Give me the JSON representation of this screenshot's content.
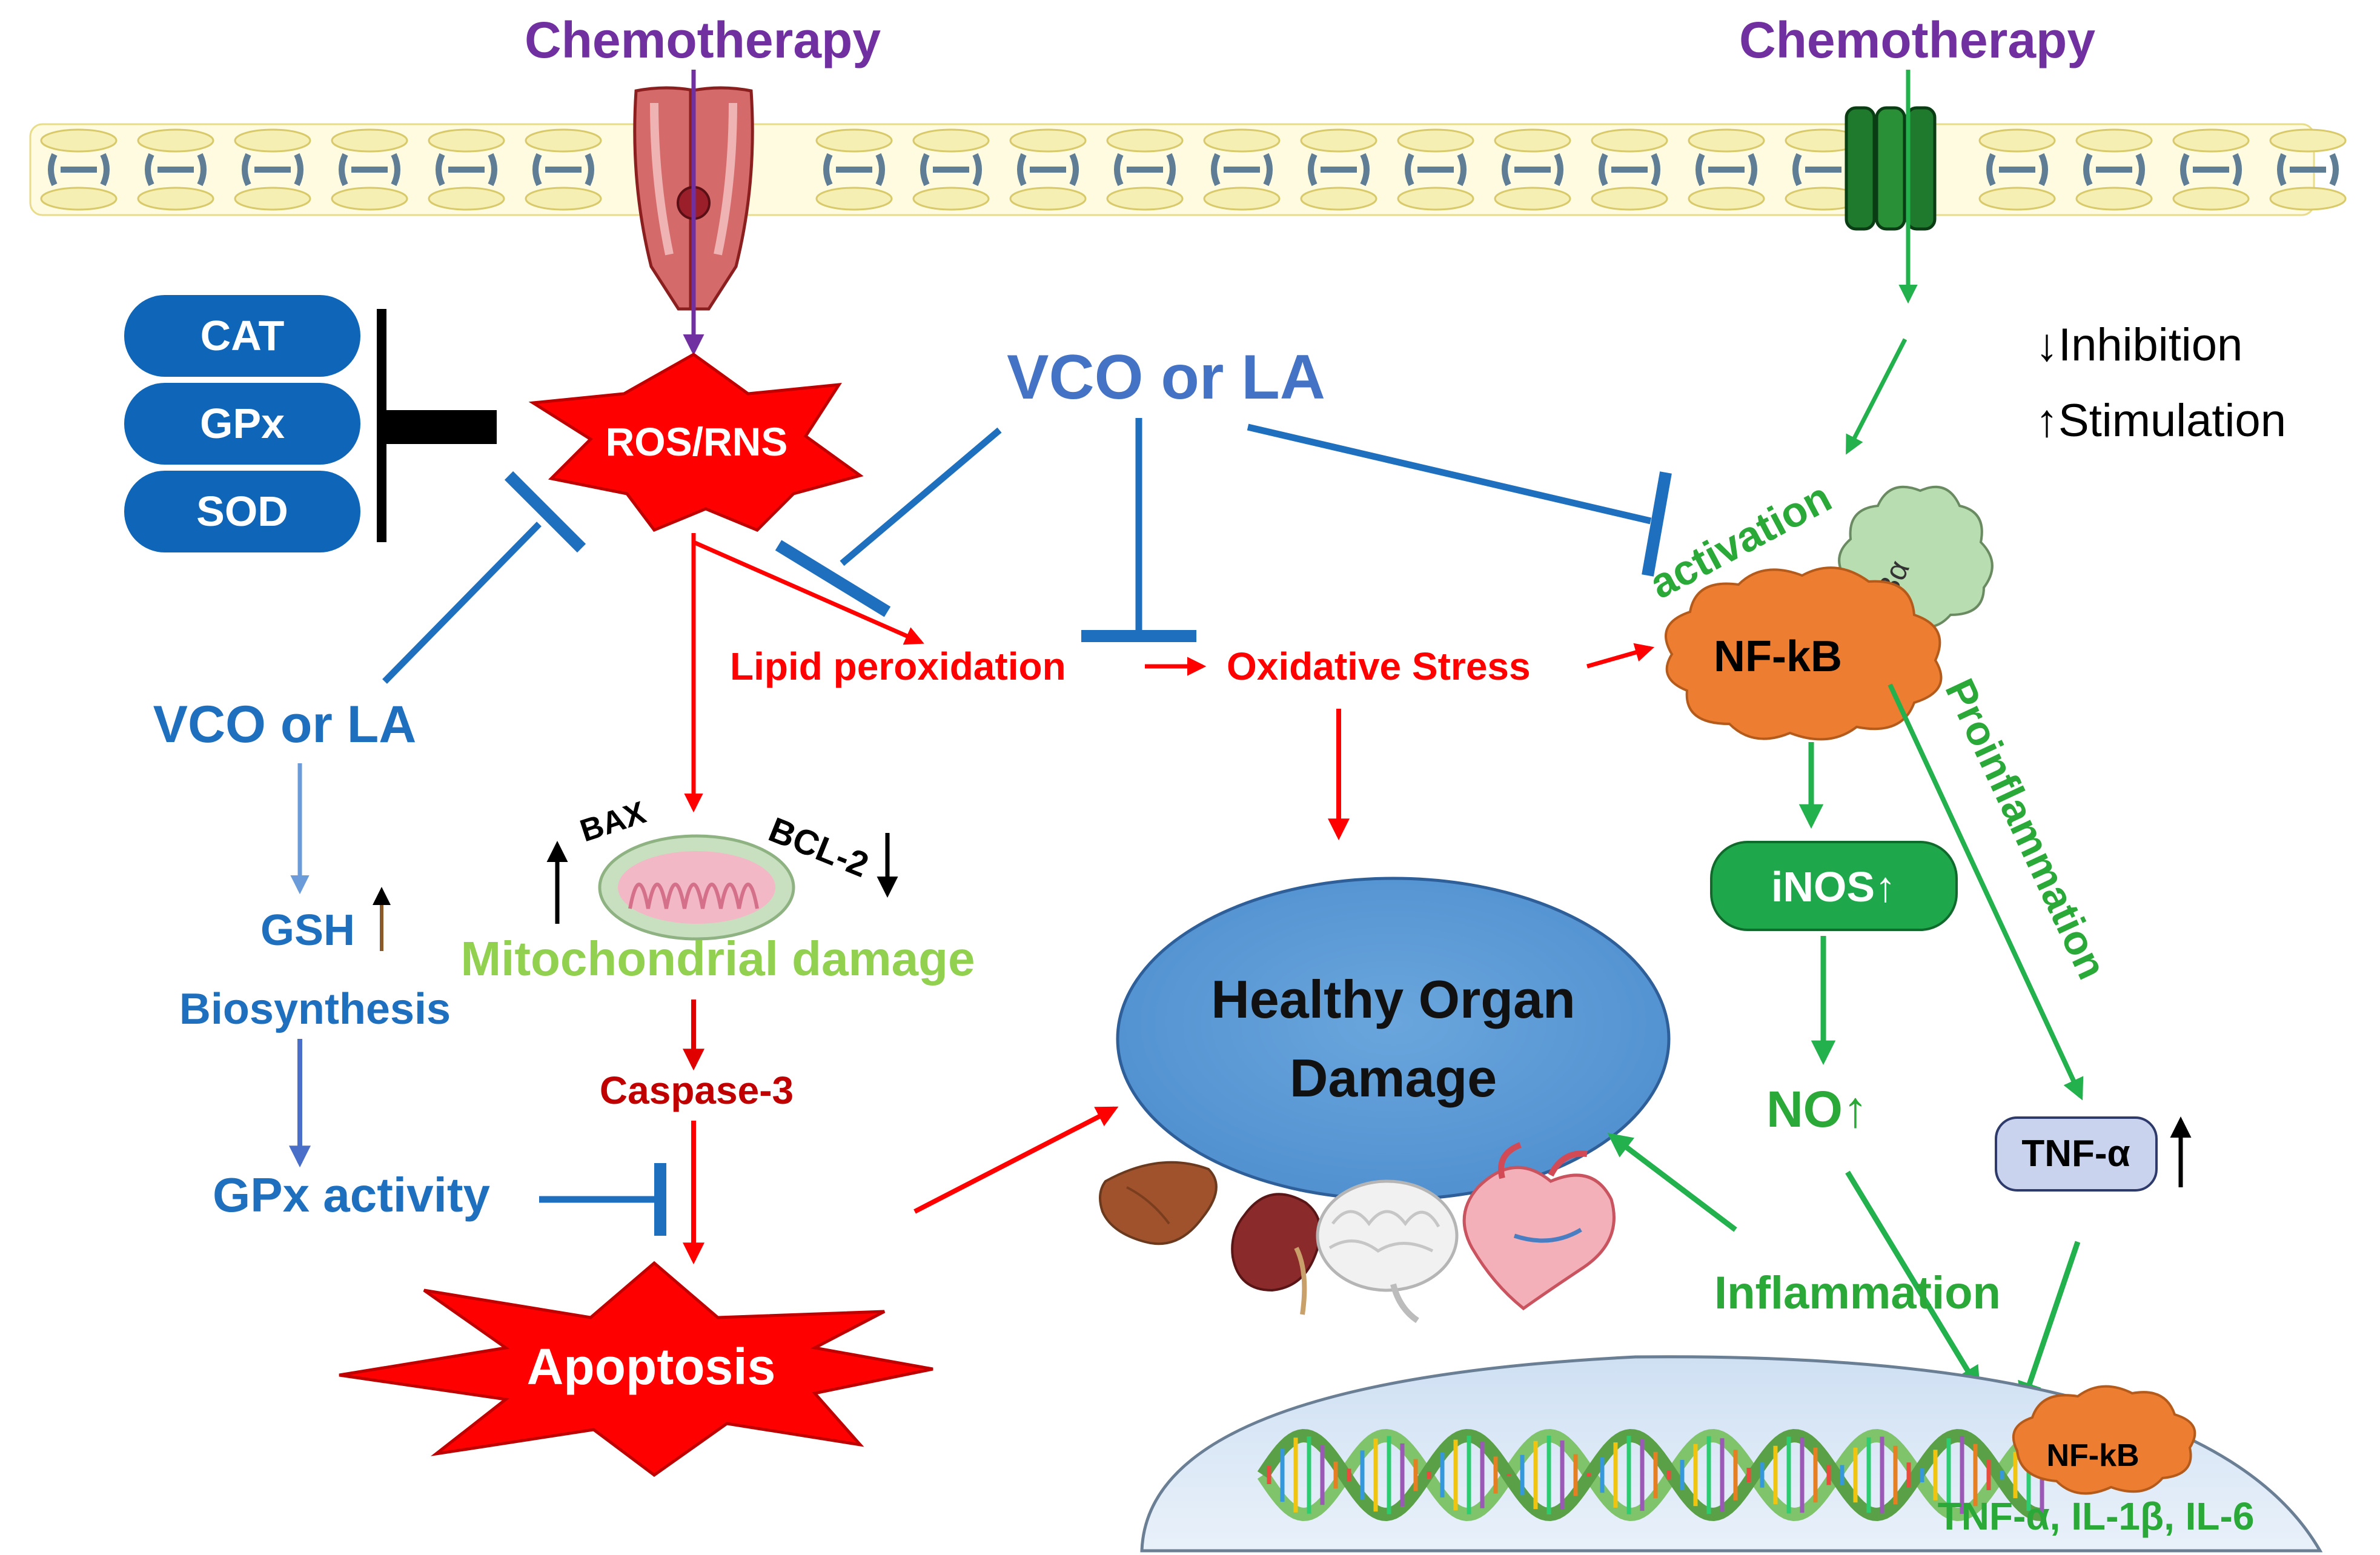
{
  "colors": {
    "purple": "#7030a0",
    "blue": "#1f6fbf",
    "blue_dark": "#0b5cad",
    "red": "#ff0000",
    "dark_red": "#c00000",
    "green": "#22b14c",
    "green_text": "#2aa838",
    "light_green": "#92d050",
    "ellipse_fill": "#5b9bd5",
    "pill_fill": "#0f66b8",
    "orange": "#ed7d31",
    "black": "#000000"
  },
  "labels": {
    "chemo_left": "Chemotherapy",
    "chemo_right": "Chemotherapy",
    "cat": "CAT",
    "gpx": "GPx",
    "sod": "SOD",
    "ros": "ROS/RNS",
    "vco_top": "VCO or LA",
    "vco_left": "VCO or LA",
    "inhibition": "↓Inhibition",
    "stimulation": "↑Stimulation",
    "activation": "activation",
    "ikba": "IKBα",
    "nfkb": "NF-kB",
    "lipid": "Lipid peroxidation",
    "oxidative": "Oxidative Stress",
    "bax": "BAX",
    "bcl2": "BCL-2",
    "mito": "Mitochondrial damage",
    "gsh": "GSH",
    "biosynthesis": "Biosynthesis",
    "gpx_activity": "GPx activity",
    "caspase": "Caspase-3",
    "apoptosis": "Apoptosis",
    "organ_line1": "Healthy Organ",
    "organ_line2": "Damage",
    "inos": "iNOS↑",
    "no": "NO↑",
    "proinflammation": "Proinflammation",
    "tnf": "TNF-α",
    "inflammation": "Inflammation",
    "nfkb_nucleus": "NF-kB",
    "cytokines": "TNF-α, IL-1β, IL-6"
  },
  "icons": [
    "red-channel-receptor-icon",
    "green-channel-receptor-icon",
    "mitochondrion-icon",
    "liver-icon",
    "kidney-icon",
    "brain-icon",
    "heart-icon",
    "dna-helix-icon"
  ]
}
